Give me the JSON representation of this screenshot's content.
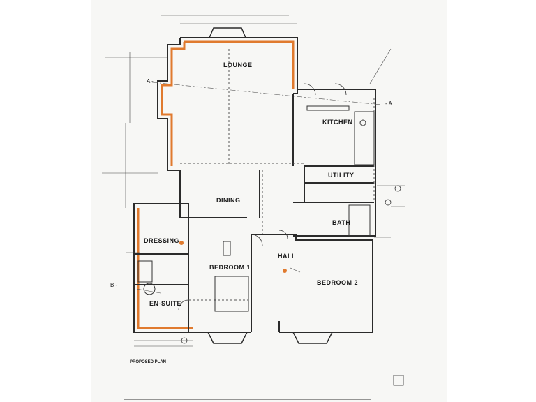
{
  "rooms": {
    "lounge": "LOUNGE",
    "kitchen": "KITCHEN",
    "utility": "UTILITY",
    "dining": "DINING",
    "bath": "BATH",
    "dressing": "DRESSING",
    "hall": "HALL",
    "bedroom1": "BEDROOM 1",
    "bedroom2": "BEDROOM 2",
    "ensuite": "EN-SUITE"
  },
  "section_marks": {
    "a_left": "A -",
    "a_right": "- A",
    "b_left": "B -"
  },
  "footer": {
    "title": "PROPOSED PLAN"
  }
}
